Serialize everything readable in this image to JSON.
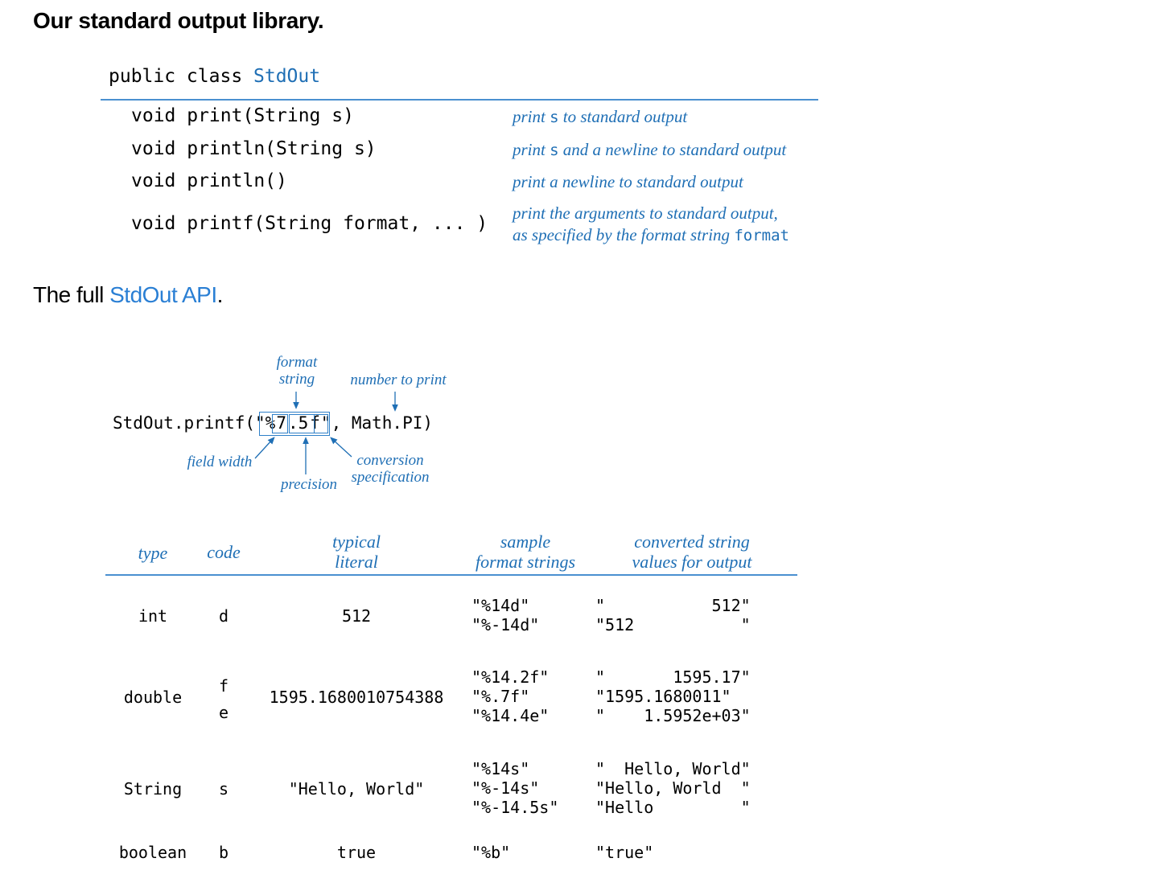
{
  "title": "Our standard output library.",
  "api": {
    "header": {
      "prefix": "public class ",
      "class_name": "StdOut"
    },
    "rows": [
      {
        "signature": "void  print(String s)",
        "desc_pre": "print ",
        "desc_code": "s",
        "desc_post": " to standard output",
        "desc_line2_pre": "",
        "desc_line2_code": ""
      },
      {
        "signature": "void  println(String s)",
        "desc_pre": "print ",
        "desc_code": "s",
        "desc_post": " and a newline to standard output",
        "desc_line2_pre": "",
        "desc_line2_code": ""
      },
      {
        "signature": "void  println()",
        "desc_pre": "print a newline to standard output",
        "desc_code": "",
        "desc_post": "",
        "desc_line2_pre": "",
        "desc_line2_code": ""
      },
      {
        "signature": "void  printf(String format, ... )",
        "desc_pre": "print the arguments to standard output,",
        "desc_code": "",
        "desc_post": "",
        "desc_line2_pre": "as specified by the format string ",
        "desc_line2_code": "format"
      }
    ]
  },
  "full_api": {
    "pre": "The full ",
    "link": "StdOut API",
    "post": "."
  },
  "diagram": {
    "code_pre": "StdOut.printf(\"",
    "spec_pct": "%",
    "spec_width": "7",
    "spec_prec": ".5",
    "spec_conv": "f",
    "code_post": "\", Math.PI)",
    "labels": {
      "format_string": "format\nstring",
      "number_to_print": "number to print",
      "field_width": "field width",
      "precision": "precision",
      "conversion_specification": "conversion\nspecification"
    }
  },
  "table": {
    "headers": {
      "type": "type",
      "code": "code",
      "literal": "typical\nliteral",
      "formats": "sample\nformat strings",
      "converted": "converted string\nvalues for output"
    },
    "rows": [
      {
        "type": "int",
        "code": "d",
        "literal": "512",
        "formats": "\"%14d\"\n\"%-14d\"",
        "converted": "\"           512\"\n\"512           \""
      },
      {
        "type": "double",
        "code": "f\ne",
        "literal": "1595.1680010754388",
        "formats": "\"%14.2f\"\n\"%.7f\"\n\"%14.4e\"",
        "converted": "\"       1595.17\"\n\"1595.1680011\"\n\"    1.5952e+03\""
      },
      {
        "type": "String",
        "code": "s",
        "literal": "\"Hello, World\"",
        "formats": "\"%14s\"\n\"%-14s\"\n\"%-14.5s\"",
        "converted": "\"  Hello, World\"\n\"Hello, World  \"\n\"Hello         \""
      },
      {
        "type": "boolean",
        "code": "b",
        "literal": "true",
        "formats": "\"%b\"",
        "converted": "\"true\""
      }
    ]
  },
  "colors": {
    "accent": "#1f6fb5",
    "link": "#2a7fd4",
    "rule": "#4a90d0"
  }
}
